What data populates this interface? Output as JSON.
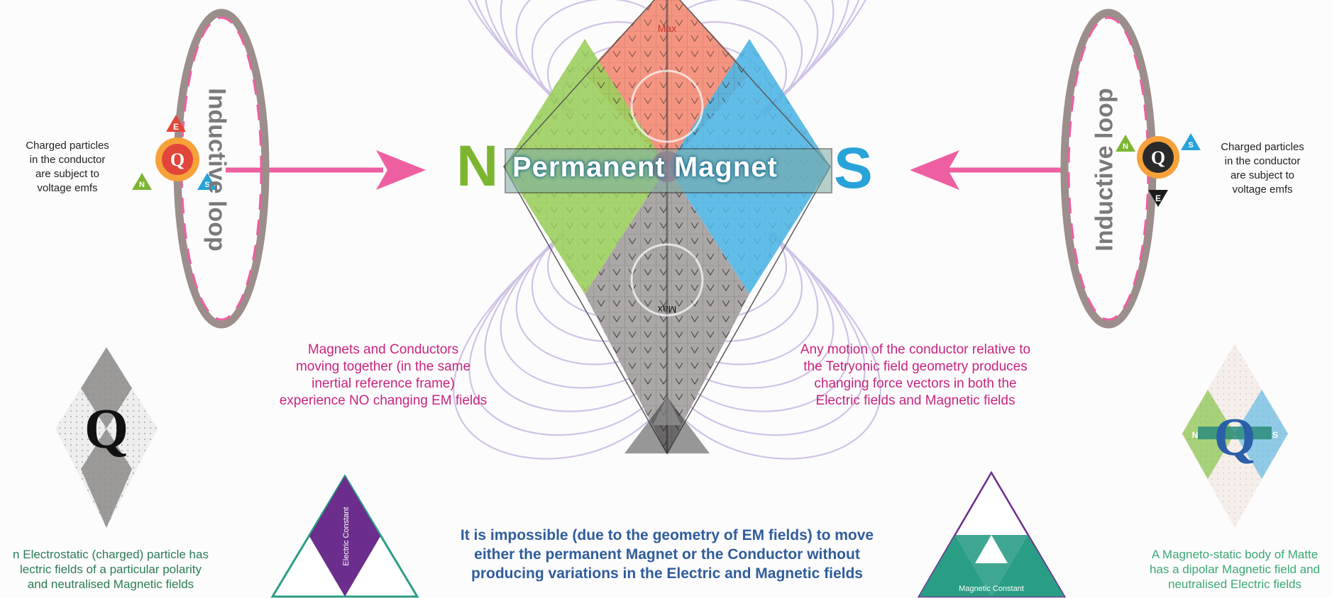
{
  "magnet": {
    "n_label": "N",
    "s_label": "S",
    "title": "Permanent Magnet",
    "max_top": "Max",
    "max_bottom": "Max"
  },
  "left": {
    "loop_label": "Inductive loop",
    "particle_symbol": "Q",
    "tags": {
      "e": "E",
      "n": "N",
      "s": "S"
    },
    "caption": [
      "Charged particles",
      "in the conductor",
      "are subject to",
      "voltage emfs"
    ]
  },
  "right": {
    "loop_label": "Inductive loop",
    "particle_symbol": "Q",
    "tags": {
      "e": "E",
      "n": "N",
      "s": "S"
    },
    "caption": [
      "Charged particles",
      "in the conductor",
      "are subject to",
      "voltage emfs"
    ]
  },
  "notes": {
    "left": [
      "Magnets and Conductors",
      "moving together  (in the same",
      "inertial reference frame)",
      "experience NO changing EM fields"
    ],
    "right": [
      "Any motion of the conductor relative to",
      "the Tetryonic field geometry produces",
      "changing force vectors in both the",
      "Electric fields and Magnetic fields"
    ]
  },
  "bottom": {
    "main": [
      "It is impossible (due to the geometry of EM fields) to move",
      "either the permanent Magnet or the Conductor without",
      "producing variations in the Electric and Magnetic fields"
    ],
    "electric_constant": "Electric Constant",
    "magnetic_constant": "Magnetic Constant"
  },
  "corners": {
    "left_symbol": "Q",
    "left_caption": [
      "n Electrostatic (charged) particle has",
      "lectric fields of a particular polarity",
      "and neutralised Magnetic fields"
    ],
    "right_symbol": "Q",
    "right_n": "N",
    "right_s": "S",
    "right_caption": [
      "A Magneto-static body of Matte",
      "has a dipolar Magnetic field and",
      "neutralised Electric fields"
    ]
  },
  "colors": {
    "north": "#7cb631",
    "south": "#27a3d8",
    "field_lines": "#cfc3e6",
    "arrow": "#ee5fa2",
    "purple": "#6b2e8c",
    "teal": "#2a9d85",
    "loop": "#9b8e8b"
  }
}
